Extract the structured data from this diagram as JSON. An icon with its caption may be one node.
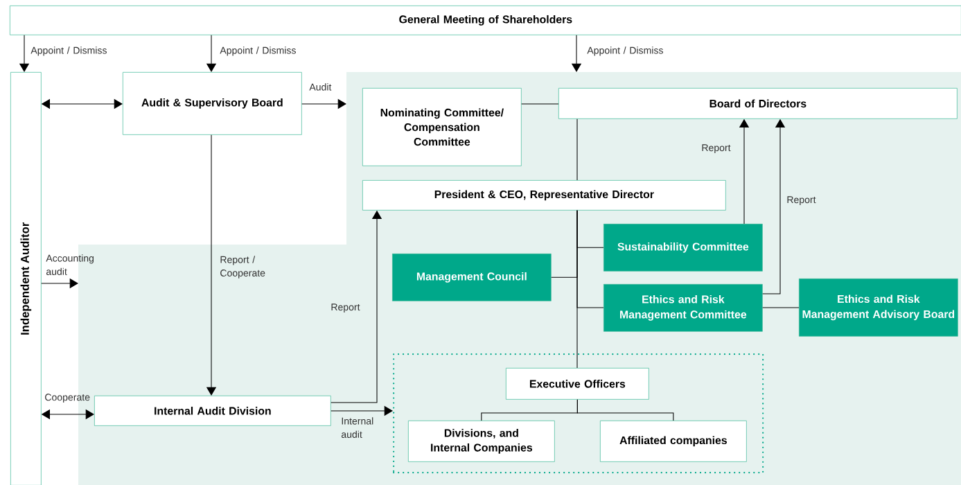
{
  "diagram": {
    "nodes": [
      {
        "text": [
          "General Meeting of Shareholders"
        ]
      },
      {
        "text": [
          "Independent Auditor"
        ]
      },
      {
        "text": [
          "Audit & Supervisory Board"
        ]
      },
      {
        "text": [],
        "shape": "box"
      },
      {
        "text": [
          "Nominating Committee/ Compensation Committee"
        ],
        "in": 3
      },
      {
        "text": [
          "Board of Directors"
        ],
        "in": 3
      },
      {
        "text": [
          "President & CEO, Representative Director"
        ],
        "in": 3
      },
      {
        "text": [
          "Sustainability Committee"
        ],
        "in": 3
      },
      {
        "text": [
          "Management Council"
        ],
        "in": 3
      },
      {
        "text": [
          "Ethics and Risk Management Committee"
        ],
        "in": 3
      },
      {
        "text": [
          "Ethics and Risk Management Advisory Board"
        ],
        "in": 3
      },
      {
        "text": [
          "Internal Audit Division"
        ],
        "in": 3
      },
      {
        "text": [],
        "shape": "box",
        "in": 3
      },
      {
        "text": [
          "Executive Officers"
        ],
        "in": 12
      },
      {
        "text": [
          "Divisions, and Internal Companies"
        ],
        "in": 12
      },
      {
        "text": [
          "Affiliated companies"
        ],
        "in": 12
      }
    ],
    "edges": [
      {
        "from": 0,
        "to": 1,
        "arrow": "to",
        "label": "Appoint / Dismiss"
      },
      {
        "from": 0,
        "to": 2,
        "arrow": "to",
        "label": "Appoint / Dismiss"
      },
      {
        "from": 0,
        "to": 3,
        "arrow": "to",
        "label": "Appoint / Dismiss"
      },
      {
        "from": 1,
        "to": 2,
        "arrow": "both"
      },
      {
        "from": 2,
        "to": 3,
        "arrow": "to",
        "label": "Audit"
      },
      {
        "from": 2,
        "to": 11,
        "arrow": "to",
        "label": "Report / Cooperate"
      },
      {
        "from": 1,
        "to": 3,
        "arrow": "to",
        "label": "Accounting audit"
      },
      {
        "from": 1,
        "to": 11,
        "arrow": "both",
        "label": "Cooperate"
      },
      {
        "from": 11,
        "to": 6,
        "arrow": "to",
        "label": "Report"
      },
      {
        "from": 11,
        "to": 12,
        "arrow": "to",
        "label": "Internal audit"
      },
      {
        "from": 4,
        "to": 5,
        "arrow": "none"
      },
      {
        "from": 5,
        "to": 6,
        "arrow": "none"
      },
      {
        "from": 6,
        "to": 7,
        "arrow": "none"
      },
      {
        "from": 6,
        "to": 8,
        "arrow": "none"
      },
      {
        "from": 6,
        "to": 9,
        "arrow": "none"
      },
      {
        "from": 6,
        "to": 13,
        "arrow": "none"
      },
      {
        "from": 7,
        "to": 5,
        "arrow": "to",
        "label": "Report"
      },
      {
        "from": 9,
        "to": 5,
        "arrow": "to",
        "label": "Report"
      },
      {
        "from": 9,
        "to": 10,
        "arrow": "none"
      },
      {
        "from": 13,
        "to": 14,
        "arrow": "none"
      },
      {
        "from": 13,
        "to": 15,
        "arrow": "none"
      }
    ]
  }
}
